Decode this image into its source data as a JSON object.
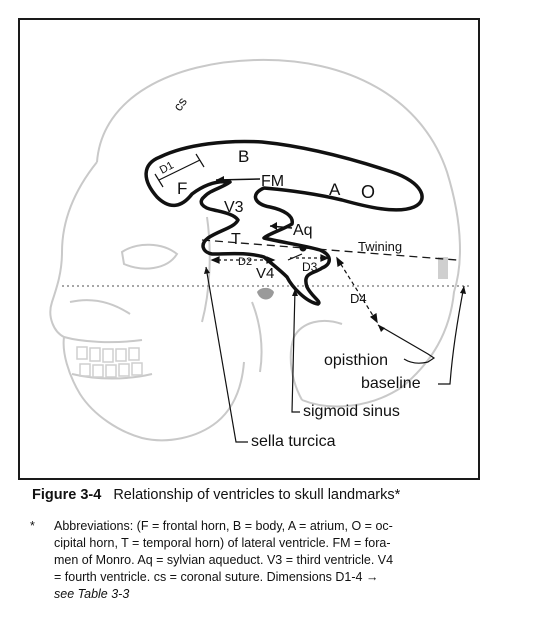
{
  "labels": {
    "cs": "cs",
    "d1": "D1",
    "b": "B",
    "f": "F",
    "fm": "FM",
    "a": "A",
    "o": "O",
    "v3": "V3",
    "aq": "Aq",
    "t": "T",
    "twining": "Twining",
    "d2": "D2",
    "v4": "V4",
    "d3": "D3",
    "d4": "D4",
    "opisthion": "opisthion",
    "baseline": "baseline",
    "sigmoid_sinus": "sigmoid sinus",
    "sella_turcica": "sella turcica"
  },
  "caption": {
    "figure_number": "Figure 3-4",
    "title": "Relationship of ventricles to skull landmarks*"
  },
  "footnote": {
    "marker": "*",
    "line1": "Abbreviations: (F = frontal horn, B = body, A = atrium, O = oc-",
    "line2": "cipital horn, T = temporal horn) of lateral ventricle. FM = fora-",
    "line3": "men of Monro. Aq = sylvian aqueduct. V3 = third ventricle. V4",
    "line4": "= fourth ventricle. cs = coronal suture. Dimensions D1-4 →",
    "line5": "see Table 3-3"
  }
}
